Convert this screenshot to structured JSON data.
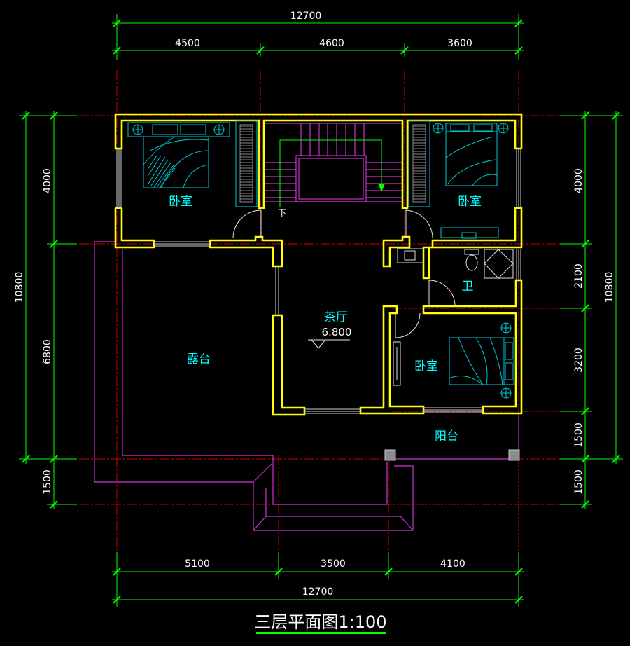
{
  "drawing": {
    "title": "三层平面图1:100"
  },
  "dimensions": {
    "top_total": "12700",
    "top": [
      "4500",
      "4600",
      "3600"
    ],
    "bottom": [
      "5100",
      "3500",
      "4100"
    ],
    "bottom_total": "12700",
    "left_total": "10800",
    "left": [
      "4000",
      "6800",
      "1500"
    ],
    "right": [
      "4000",
      "2100",
      "3200",
      "1500",
      "1500"
    ],
    "right_total": "10800"
  },
  "rooms": {
    "bedroom_northwest": "卧室",
    "bedroom_northeast": "卧室",
    "bedroom_southeast": "卧室",
    "tea_hall": "茶厅",
    "tea_hall_elevation": "6.800",
    "terrace": "露台",
    "bathroom": "卫",
    "balcony": "阳台",
    "stair_direction": "下"
  },
  "colors": {
    "background": "#000000",
    "walls": "#ffff00",
    "dimensions": "#00ff00",
    "axes": "#cc0000",
    "outline": "#cc33cc",
    "furniture": "#00c8d8",
    "room_labels": "#00ffff",
    "text": "#ffffff"
  }
}
